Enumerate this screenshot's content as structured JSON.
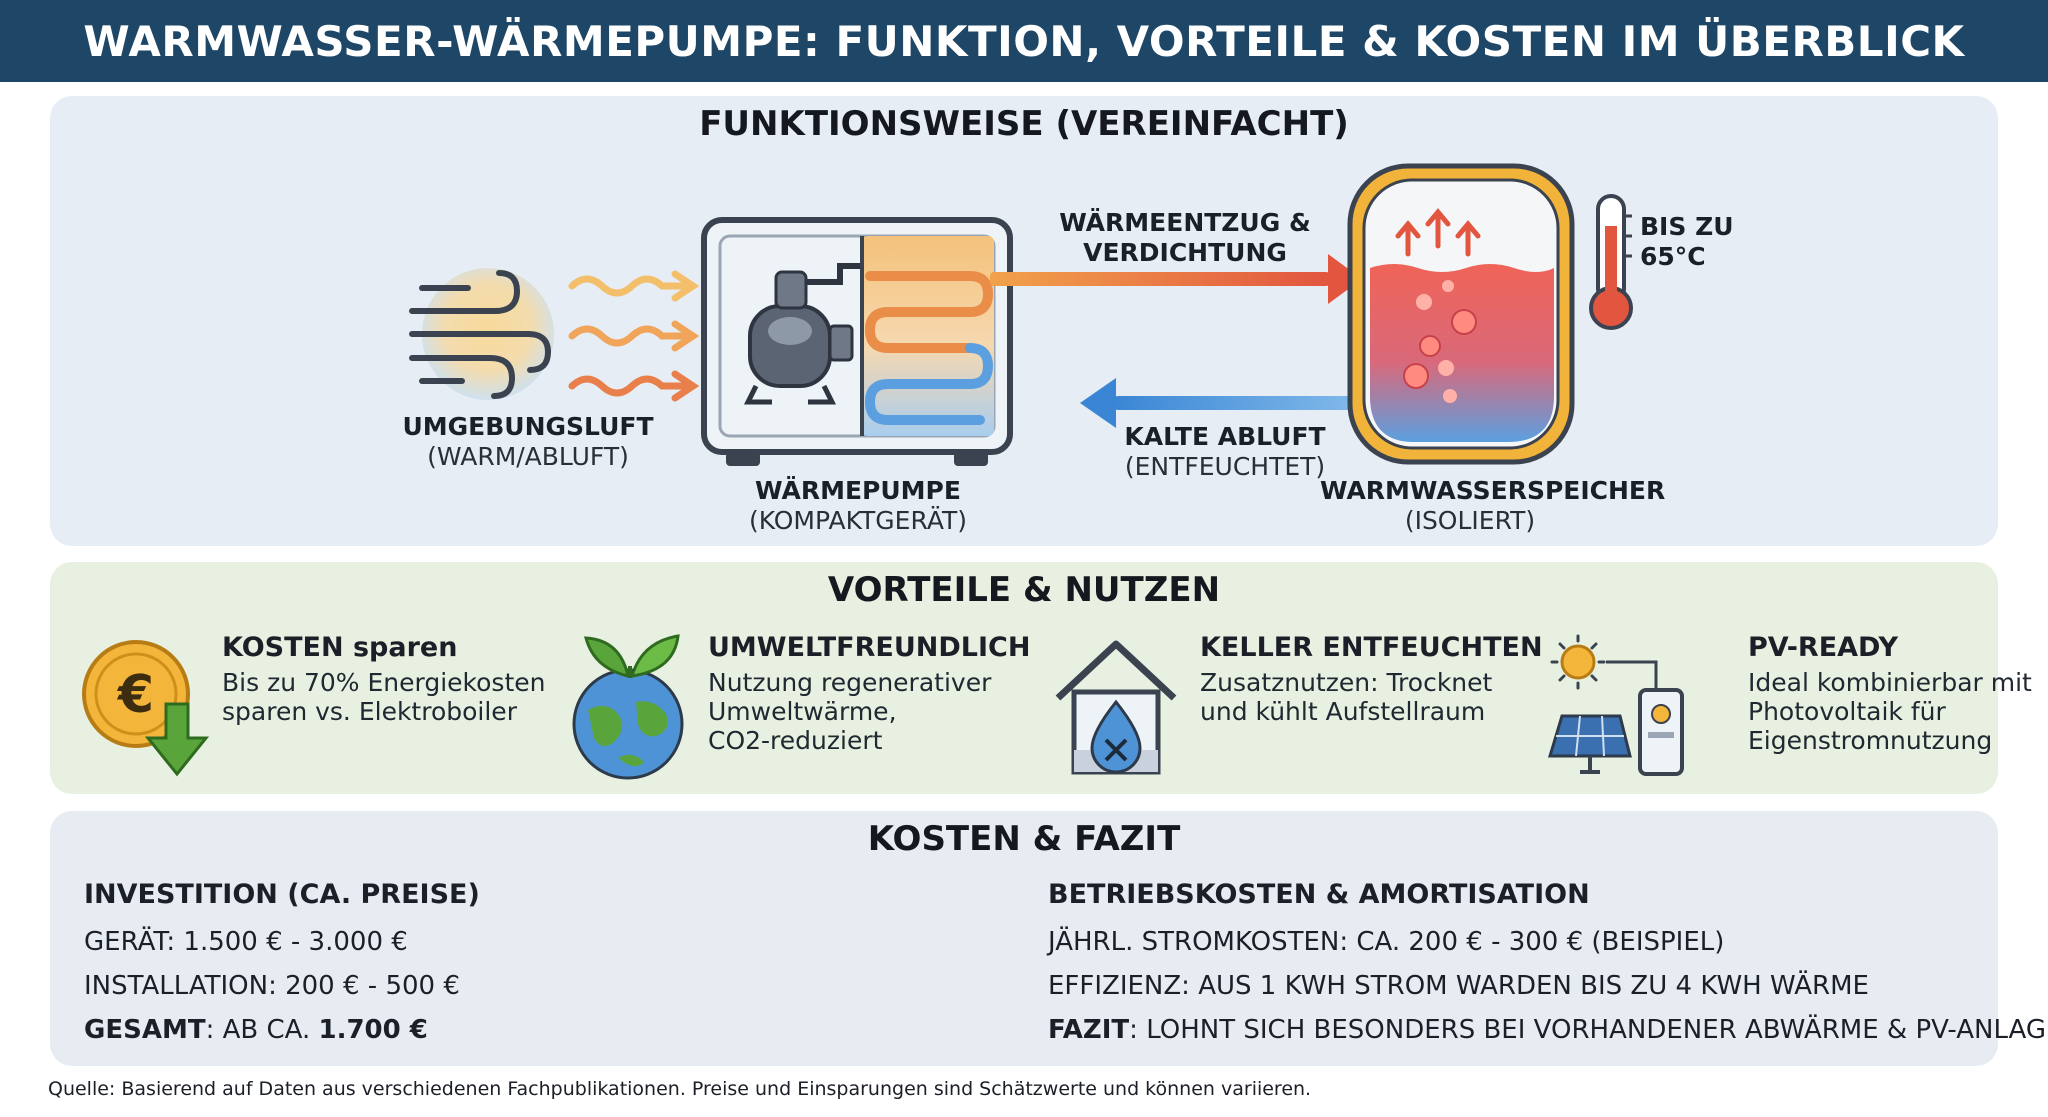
{
  "header": {
    "title": "WARMWASSER-WÄRMEPUMPE: FUNKTION, VORTEILE & KOSTEN IM ÜBERBLICK"
  },
  "function": {
    "title": "FUNKTIONSWEISE (VEREINFACHT)",
    "air": {
      "label": "UMGEBUNGSLUFT",
      "sub": "(WARM/ABLUFT)"
    },
    "pump": {
      "label": "WÄRMEPUMPE",
      "sub": "(KOMPAKTGERÄT)"
    },
    "flow_top": {
      "line1": "WÄRMEENTZUG &",
      "line2": "VERDICHTUNG"
    },
    "flow_bottom": {
      "label": "KALTE ABLUFT",
      "sub": "(ENTFEUCHTET)"
    },
    "tank": {
      "label": "WARMWASSERSPEICHER",
      "sub": "(ISOLIERT)"
    },
    "temp": {
      "line1": "BIS ZU",
      "line2": "65°C"
    }
  },
  "advantages": {
    "title": "VORTEILE & NUTZEN",
    "items": [
      {
        "icon": "euro-savings-icon",
        "title": "KOSTEN sparen",
        "lines": [
          "Bis zu 70% Energiekosten",
          "sparen vs. Elektroboiler"
        ]
      },
      {
        "icon": "earth-leaves-icon",
        "title": "UMWELTFREUNDLICH",
        "lines": [
          "Nutzung regenerativer",
          "Umweltwärme,",
          "CO2-reduziert"
        ]
      },
      {
        "icon": "house-drop-icon",
        "title": "KELLER ENTFEUCHTEN",
        "lines": [
          "Zusatznutzen: Trocknet",
          "und kühlt Aufstellraum"
        ]
      },
      {
        "icon": "solar-pv-icon",
        "title": "PV-READY",
        "lines": [
          "Ideal kombinierbar mit",
          "Photovoltaik für",
          "Eigenstromnutzung"
        ]
      }
    ]
  },
  "costs": {
    "title": "KOSTEN & FAZIT",
    "investment": {
      "heading": "INVESTITION (CA. PREISE)",
      "device": "GERÄT: 1.500 € - 3.000 €",
      "installation": "INSTALLATION: 200 € - 500 €",
      "total_label": "GESAMT",
      "total_mid": ": AB CA. ",
      "total_value": "1.700 €"
    },
    "operation": {
      "heading": "BETRIEBSKOSTEN & AMORTISATION",
      "power": "JÄHRL. STROMKOSTEN: CA. 200 € - 300 € (BEISPIEL)",
      "efficiency": "EFFIZIENZ: AUS 1 KWH STROM WARDEN BIS ZU 4 KWH WÄRME",
      "conclusion_label": "FAZIT",
      "conclusion_text": ": LOHNT SICH BESONDERS BEI VORHANDENER ABWÄRME & PV-ANLAGE"
    }
  },
  "footer": {
    "source": "Quelle: Basierend auf Daten aus verschiedenen Fachpublikationen. Preise und Einsparungen sind Schätzwerte und können variieren."
  },
  "colors": {
    "header": "#1e4666",
    "warm_arrow": "#e2553f",
    "cold_arrow": "#3a86d4",
    "tank_outline": "#f1b33a",
    "green": "#5aa53b"
  }
}
